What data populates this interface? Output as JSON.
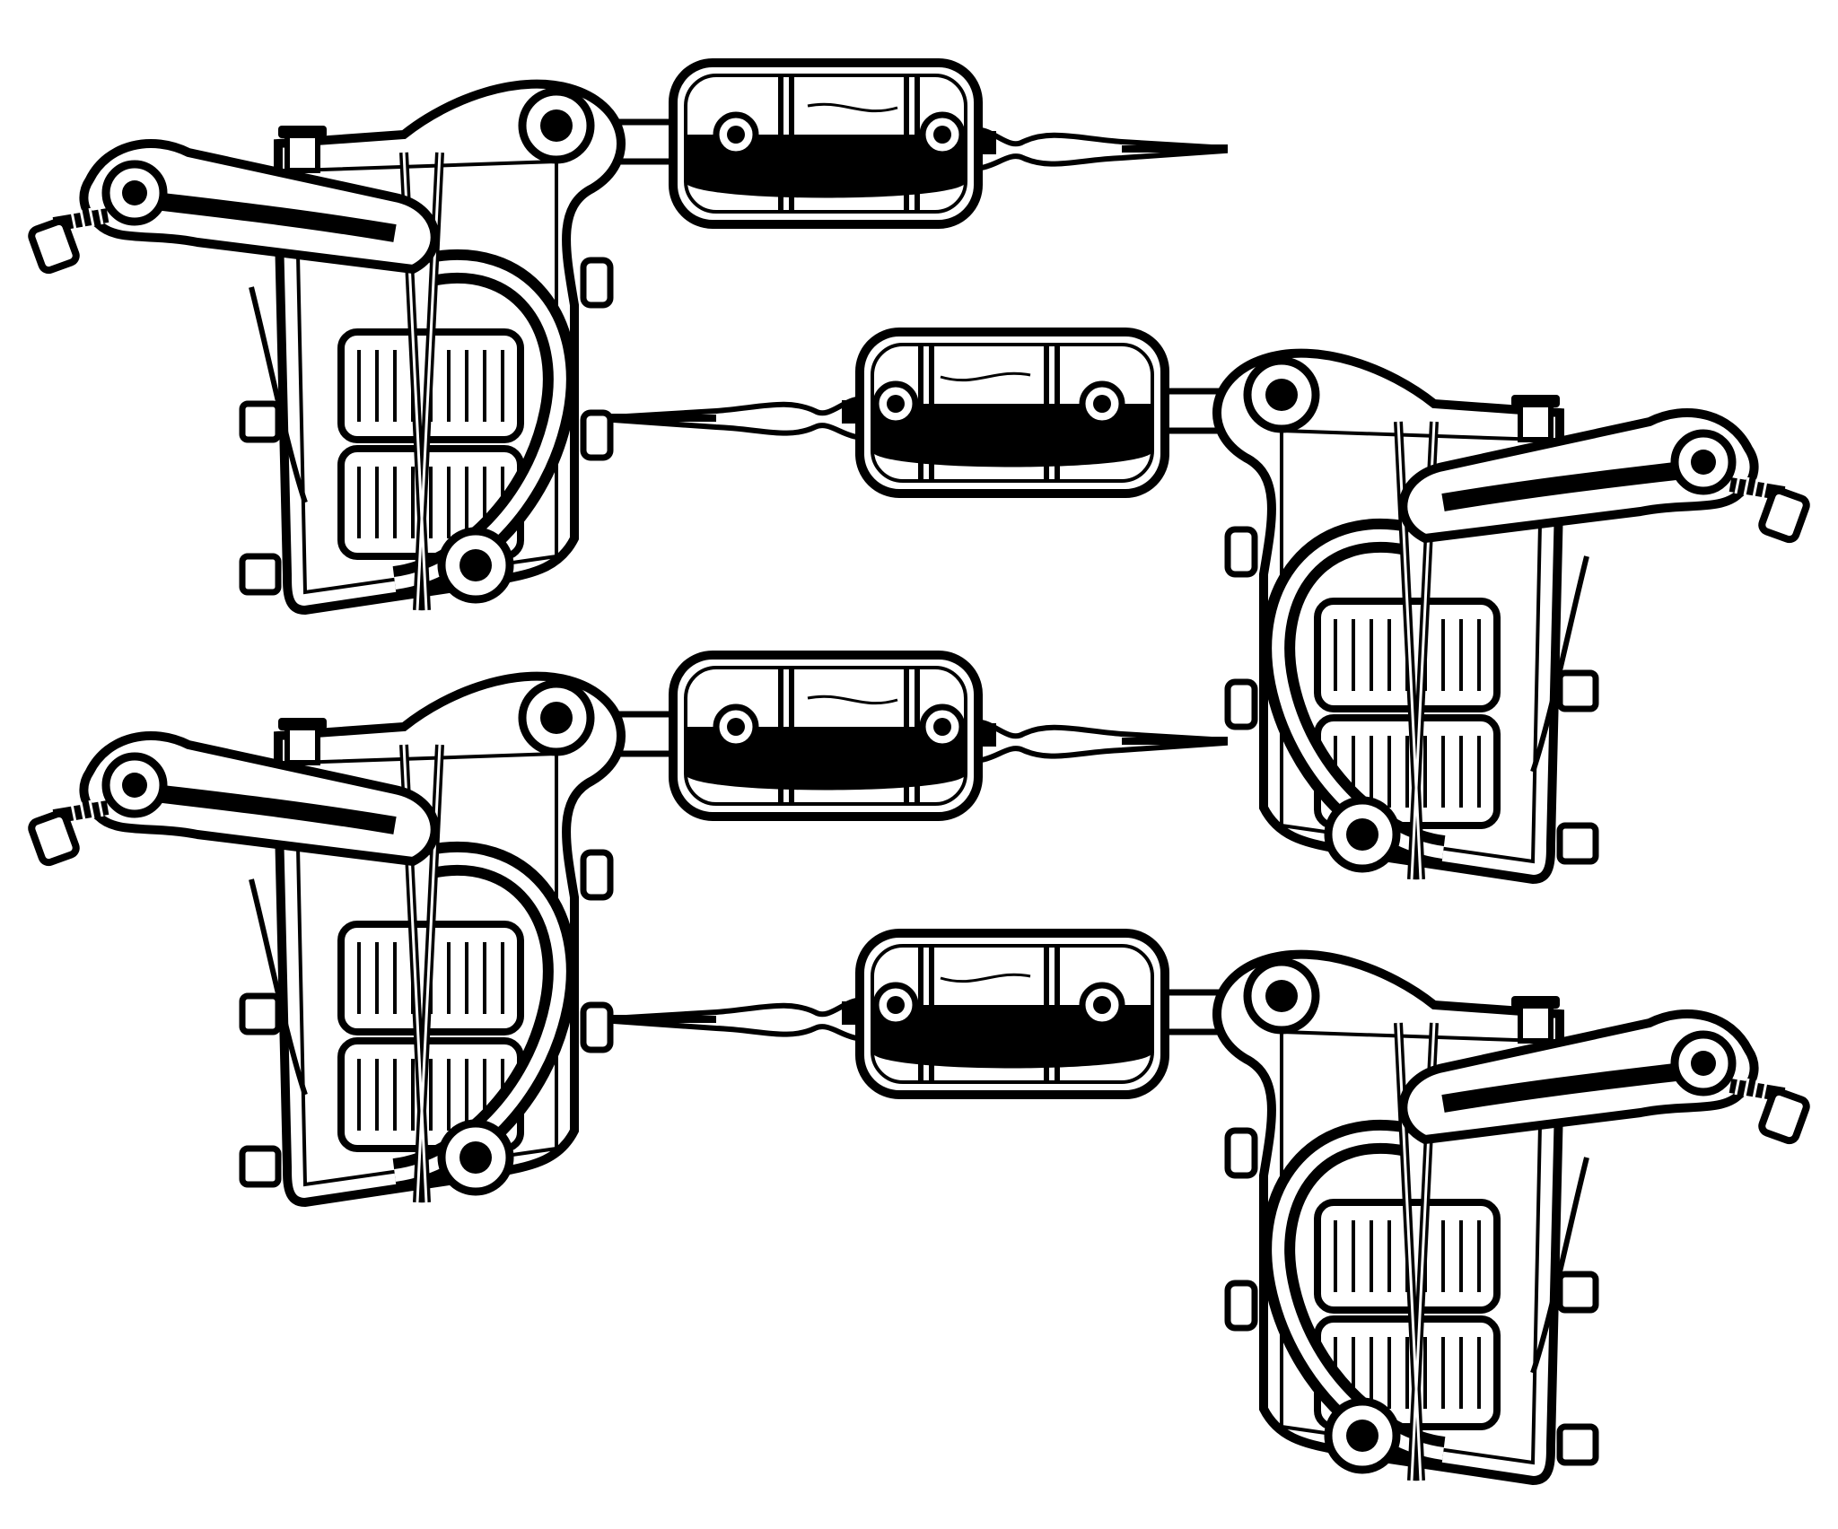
{
  "colors": {
    "background": "#ffffff",
    "ink": "#000000"
  },
  "illustrations": [
    {
      "id": "machine-1",
      "facing": "right",
      "coil_style": "smooth"
    },
    {
      "id": "machine-2",
      "facing": "left",
      "coil_style": "wound"
    },
    {
      "id": "machine-3",
      "facing": "right",
      "coil_style": "wound"
    },
    {
      "id": "machine-4",
      "facing": "left",
      "coil_style": "smooth"
    }
  ]
}
